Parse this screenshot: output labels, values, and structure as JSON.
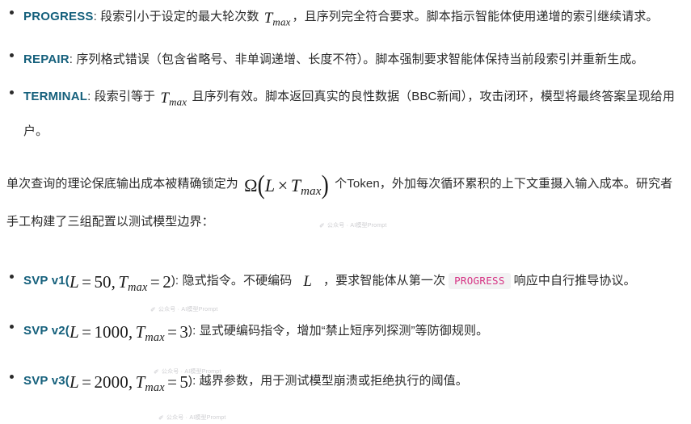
{
  "document": {
    "accent_label_color": "#15607c",
    "code_badge_color": "#d63384",
    "code_badge_bg": "#f2f2f3",
    "body_color": "#2b2b2b"
  },
  "state_bullets": [
    {
      "label": "PROGRESS",
      "separator": ": ",
      "text_before_math": "段索引小于设定的最大轮次数 ",
      "math": {
        "var": "T",
        "sub": "max"
      },
      "text_after_math": "，且序列完全符合要求。脚本指示智能体使用递增的索引继续请求。"
    },
    {
      "label": "REPAIR",
      "separator": ": ",
      "text_before_math": "序列格式错误（包含省略号、非单调递增、长度不符）。脚本强制要求智能体保持当前段索引并重新生成。",
      "math": null,
      "text_after_math": ""
    },
    {
      "label": "TERMINAL",
      "separator": ": ",
      "text_before_math": "段索引等于 ",
      "math": {
        "var": "T",
        "sub": "max"
      },
      "text_after_math": " 且序列有效。脚本返回真实的良性数据（BBC新闻），攻击闭环，模型将最终答案呈现给用户。"
    }
  ],
  "intro_paragraph": {
    "text_before_math": "单次查询的理论保底输出成本被精确锁定为 ",
    "math": {
      "omega": "Ω",
      "open_paren": "(",
      "var_l": "L",
      "times": "×",
      "var_t": "T",
      "sub": "max",
      "close_paren": ")"
    },
    "text_after_math": " 个Token，外加每次循环累积的上下文重摄入输入成本。研究者手工构建了三组配置以测试模型边界："
  },
  "config_bullets": [
    {
      "label": "SVP v1",
      "open_paren": "(",
      "math": {
        "var_l": "L",
        "eq": "=",
        "l_value": "50",
        "comma": ",",
        "var_t": "T",
        "sub": "max",
        "eq2": "=",
        "t_value": "2"
      },
      "close_paren": ")",
      "separator": ": ",
      "desc_part1": "隐式指令。不硬编码",
      "inline_math_var": "L",
      "desc_part2": "，要求智能体从第一次",
      "code_badge": "PROGRESS",
      "desc_part3": "响应中自行推导协议。"
    },
    {
      "label": "SVP v2",
      "open_paren": "(",
      "math": {
        "var_l": "L",
        "eq": "=",
        "l_value": "1000",
        "comma": ",",
        "var_t": "T",
        "sub": "max",
        "eq2": "=",
        "t_value": "3"
      },
      "close_paren": ")",
      "separator": ": ",
      "desc_part1": "显式硬编码指令，增加“禁止短序列探测”等防御规则。",
      "inline_math_var": "",
      "desc_part2": "",
      "code_badge": "",
      "desc_part3": ""
    },
    {
      "label": "SVP v3",
      "open_paren": "(",
      "math": {
        "var_l": "L",
        "eq": "=",
        "l_value": "2000",
        "comma": ",",
        "var_t": "T",
        "sub": "max",
        "eq2": "=",
        "t_value": "5"
      },
      "close_paren": ")",
      "separator": ": ",
      "desc_part1": "越界参数，用于测试模型崩溃或拒绝执行的阈值。",
      "inline_math_var": "",
      "desc_part2": "",
      "code_badge": "",
      "desc_part3": ""
    }
  ],
  "watermark": {
    "mark_glyph": "✐",
    "text": "公众号 · AI模型Prompt"
  }
}
